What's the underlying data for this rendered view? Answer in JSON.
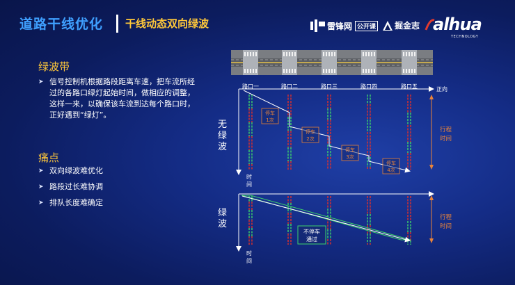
{
  "header": {
    "title": "道路干线优化",
    "subtitle": "干线动态双向绿波",
    "logo_leiphone": "雷锋网",
    "logo_leiphone_badge": "公开课",
    "logo_juejin": "掘金志",
    "logo_dahua": "alhua",
    "logo_dahua_tag": "TECHNOLOGY"
  },
  "left": {
    "section1_title": "绿波带",
    "section1_text": "信号控制机根据路段距离车速，把车流所经过的各路口绿灯起始时间，做相应的调整，这样一来，以确保该车流到达每个路口时，正好遇到“绿灯”。",
    "section2_title": "痛点",
    "section2_items": [
      "双向绿波难优化",
      "路段过长难协调",
      "排队长度难确定"
    ]
  },
  "diagram": {
    "intersections": [
      "路口一",
      "路口二",
      "路口三",
      "路口四",
      "路口五"
    ],
    "direction_label": "正向",
    "top_left_label": [
      "无",
      "绿",
      "波"
    ],
    "bottom_left_label": [
      "绿",
      "波"
    ],
    "time_label": [
      "时",
      "间"
    ],
    "distance_label": [
      "行程",
      "时间"
    ],
    "stops": [
      {
        "line1": "停车",
        "line2": "1次"
      },
      {
        "line1": "停车",
        "line2": "2次"
      },
      {
        "line1": "停车",
        "line2": "3次"
      },
      {
        "line1": "停车",
        "line2": "4次"
      }
    ],
    "nostop_label": [
      "不停车",
      "通过"
    ],
    "colors": {
      "red": "#e0302a",
      "green": "#3ed36a",
      "orange": "#e8833a",
      "line": "#ffffff",
      "yellow": "#ffc83a"
    }
  }
}
